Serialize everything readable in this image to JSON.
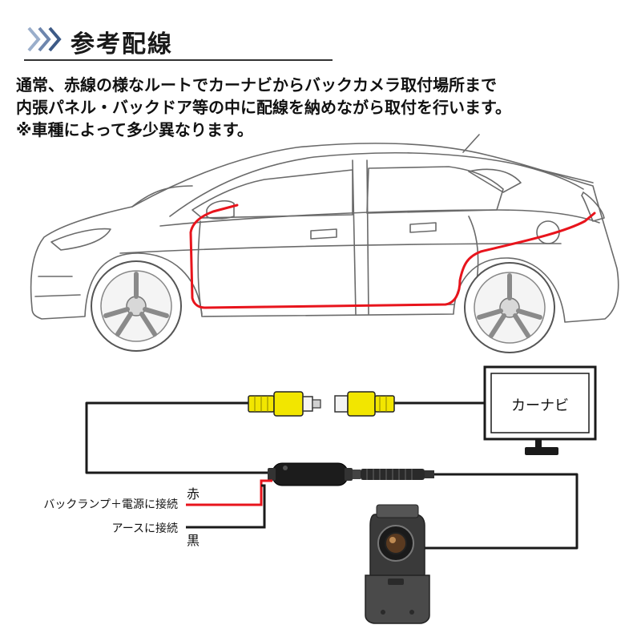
{
  "header": {
    "title": "参考配線",
    "icon": "triple-chevron-right-icon"
  },
  "description": {
    "line1": "通常、赤線の様なルートでカーナビからバックカメラ取付場所まで",
    "line2": "内張パネル・バックドア等の中に配線を納めながら取付を行います。",
    "line3": "※車種によって多少異なります。"
  },
  "diagram": {
    "navi_label": "カーナビ",
    "power_label": "バックランプ＋電源に接続",
    "power_wire": "赤",
    "ground_label": "アースに接続",
    "ground_wire": "黒"
  },
  "colors": {
    "route_line": "#e8141c",
    "rca_yellow": "#f2e600",
    "wire_black": "#1a1a1a",
    "chevron": "#3d5a86"
  }
}
